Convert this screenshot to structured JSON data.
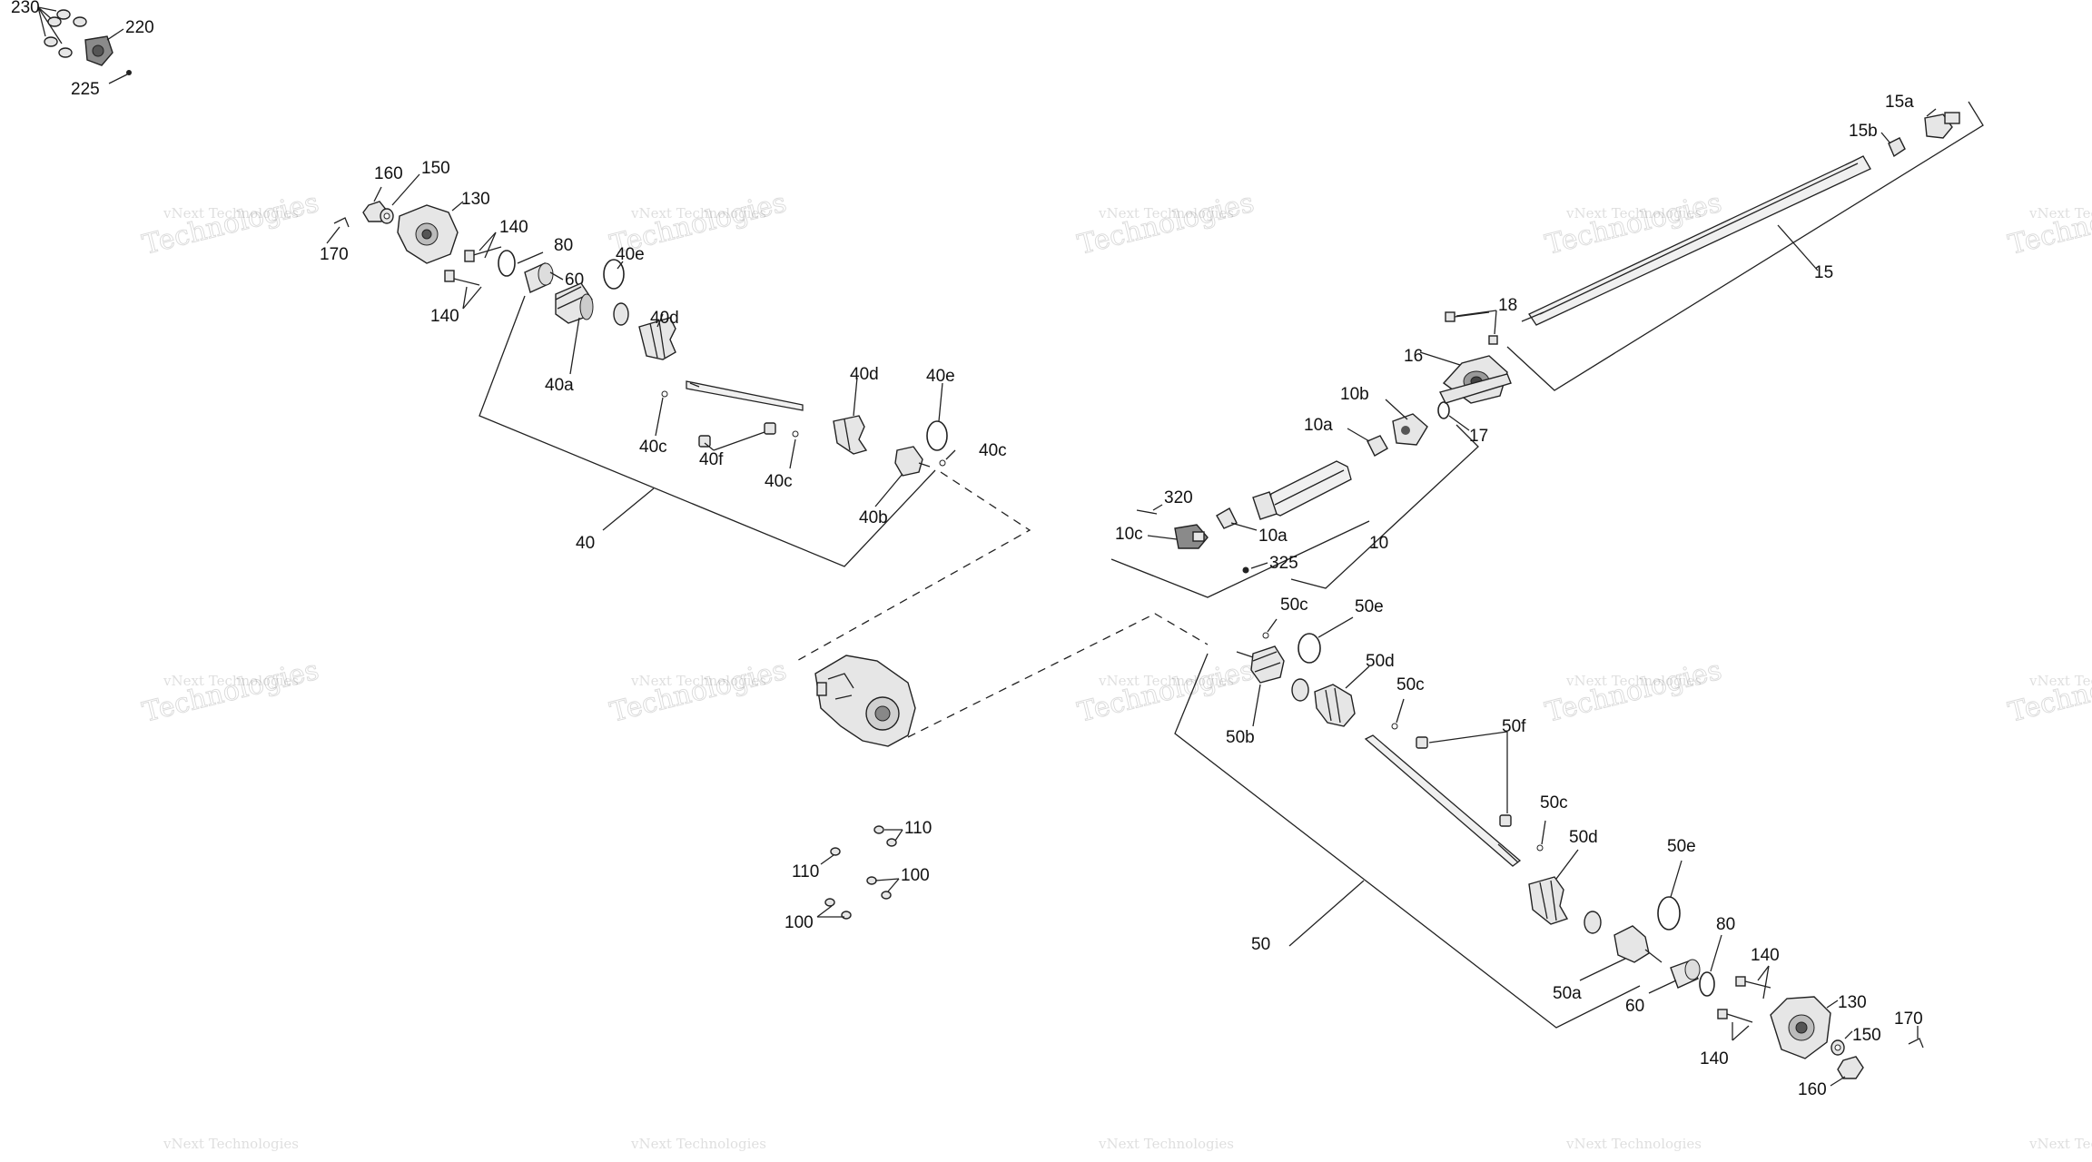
{
  "watermark": {
    "line1": "vNext Technologies",
    "line2": "Technologies"
  },
  "labels": {
    "l230": "230",
    "l220": "220",
    "l225": "225",
    "l160a": "160",
    "l150a": "150",
    "l130a": "130",
    "l170a": "170",
    "l140a": "140",
    "l140b": "140",
    "l80a": "80",
    "l60a": "60",
    "l40e_top": "40e",
    "l40d_top": "40d",
    "l40a": "40a",
    "l40c_a": "40c",
    "l40f": "40f",
    "l40c_b": "40c",
    "l40d_b": "40d",
    "l40e_b": "40e",
    "l40c_c": "40c",
    "l40b": "40b",
    "l40": "40",
    "l15a": "15a",
    "l15b": "15b",
    "l15": "15",
    "l18": "18",
    "l16": "16",
    "l17": "17",
    "l10b": "10b",
    "l10a_a": "10a",
    "l10a_b": "10a",
    "l320": "320",
    "l10c": "10c",
    "l325": "325",
    "l10": "10",
    "l50c_a": "50c",
    "l50e_a": "50e",
    "l50d_a": "50d",
    "l50c_b": "50c",
    "l50f": "50f",
    "l50b": "50b",
    "l50c_c": "50c",
    "l50d_b": "50d",
    "l50e_b": "50e",
    "l80b": "80",
    "l140c": "140",
    "l50a": "50a",
    "l60b": "60",
    "l130b": "130",
    "l150b": "150",
    "l170b": "170",
    "l140d": "140",
    "l160b": "160",
    "l50": "50",
    "l110a": "110",
    "l110b": "110",
    "l100a": "100",
    "l100b": "100"
  }
}
